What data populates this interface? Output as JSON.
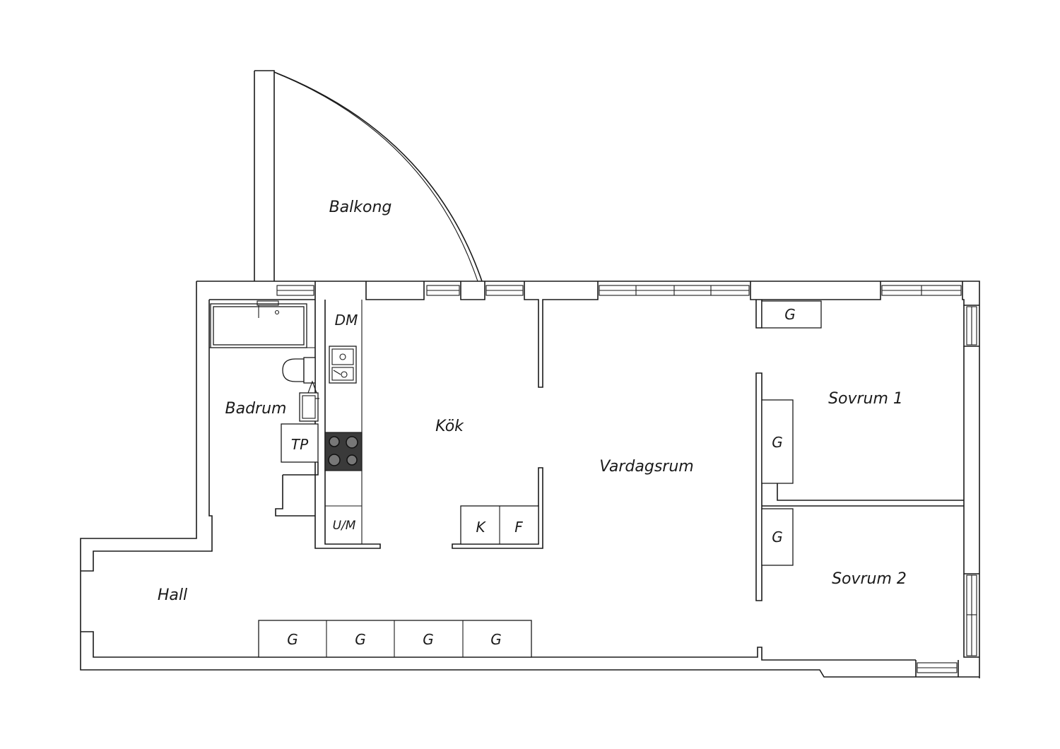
{
  "rooms": {
    "balkong": "Balkong",
    "badrum": "Badrum",
    "kok": "Kök",
    "vardagsrum": "Vardagsrum",
    "sovrum1": "Sovrum 1",
    "sovrum2": "Sovrum 2",
    "hall": "Hall"
  },
  "fixtures": {
    "dishwasher": "DM",
    "washer": "TP",
    "oven": "U/M",
    "fridge": "K",
    "freezer": "F",
    "wardrobe": "G"
  }
}
